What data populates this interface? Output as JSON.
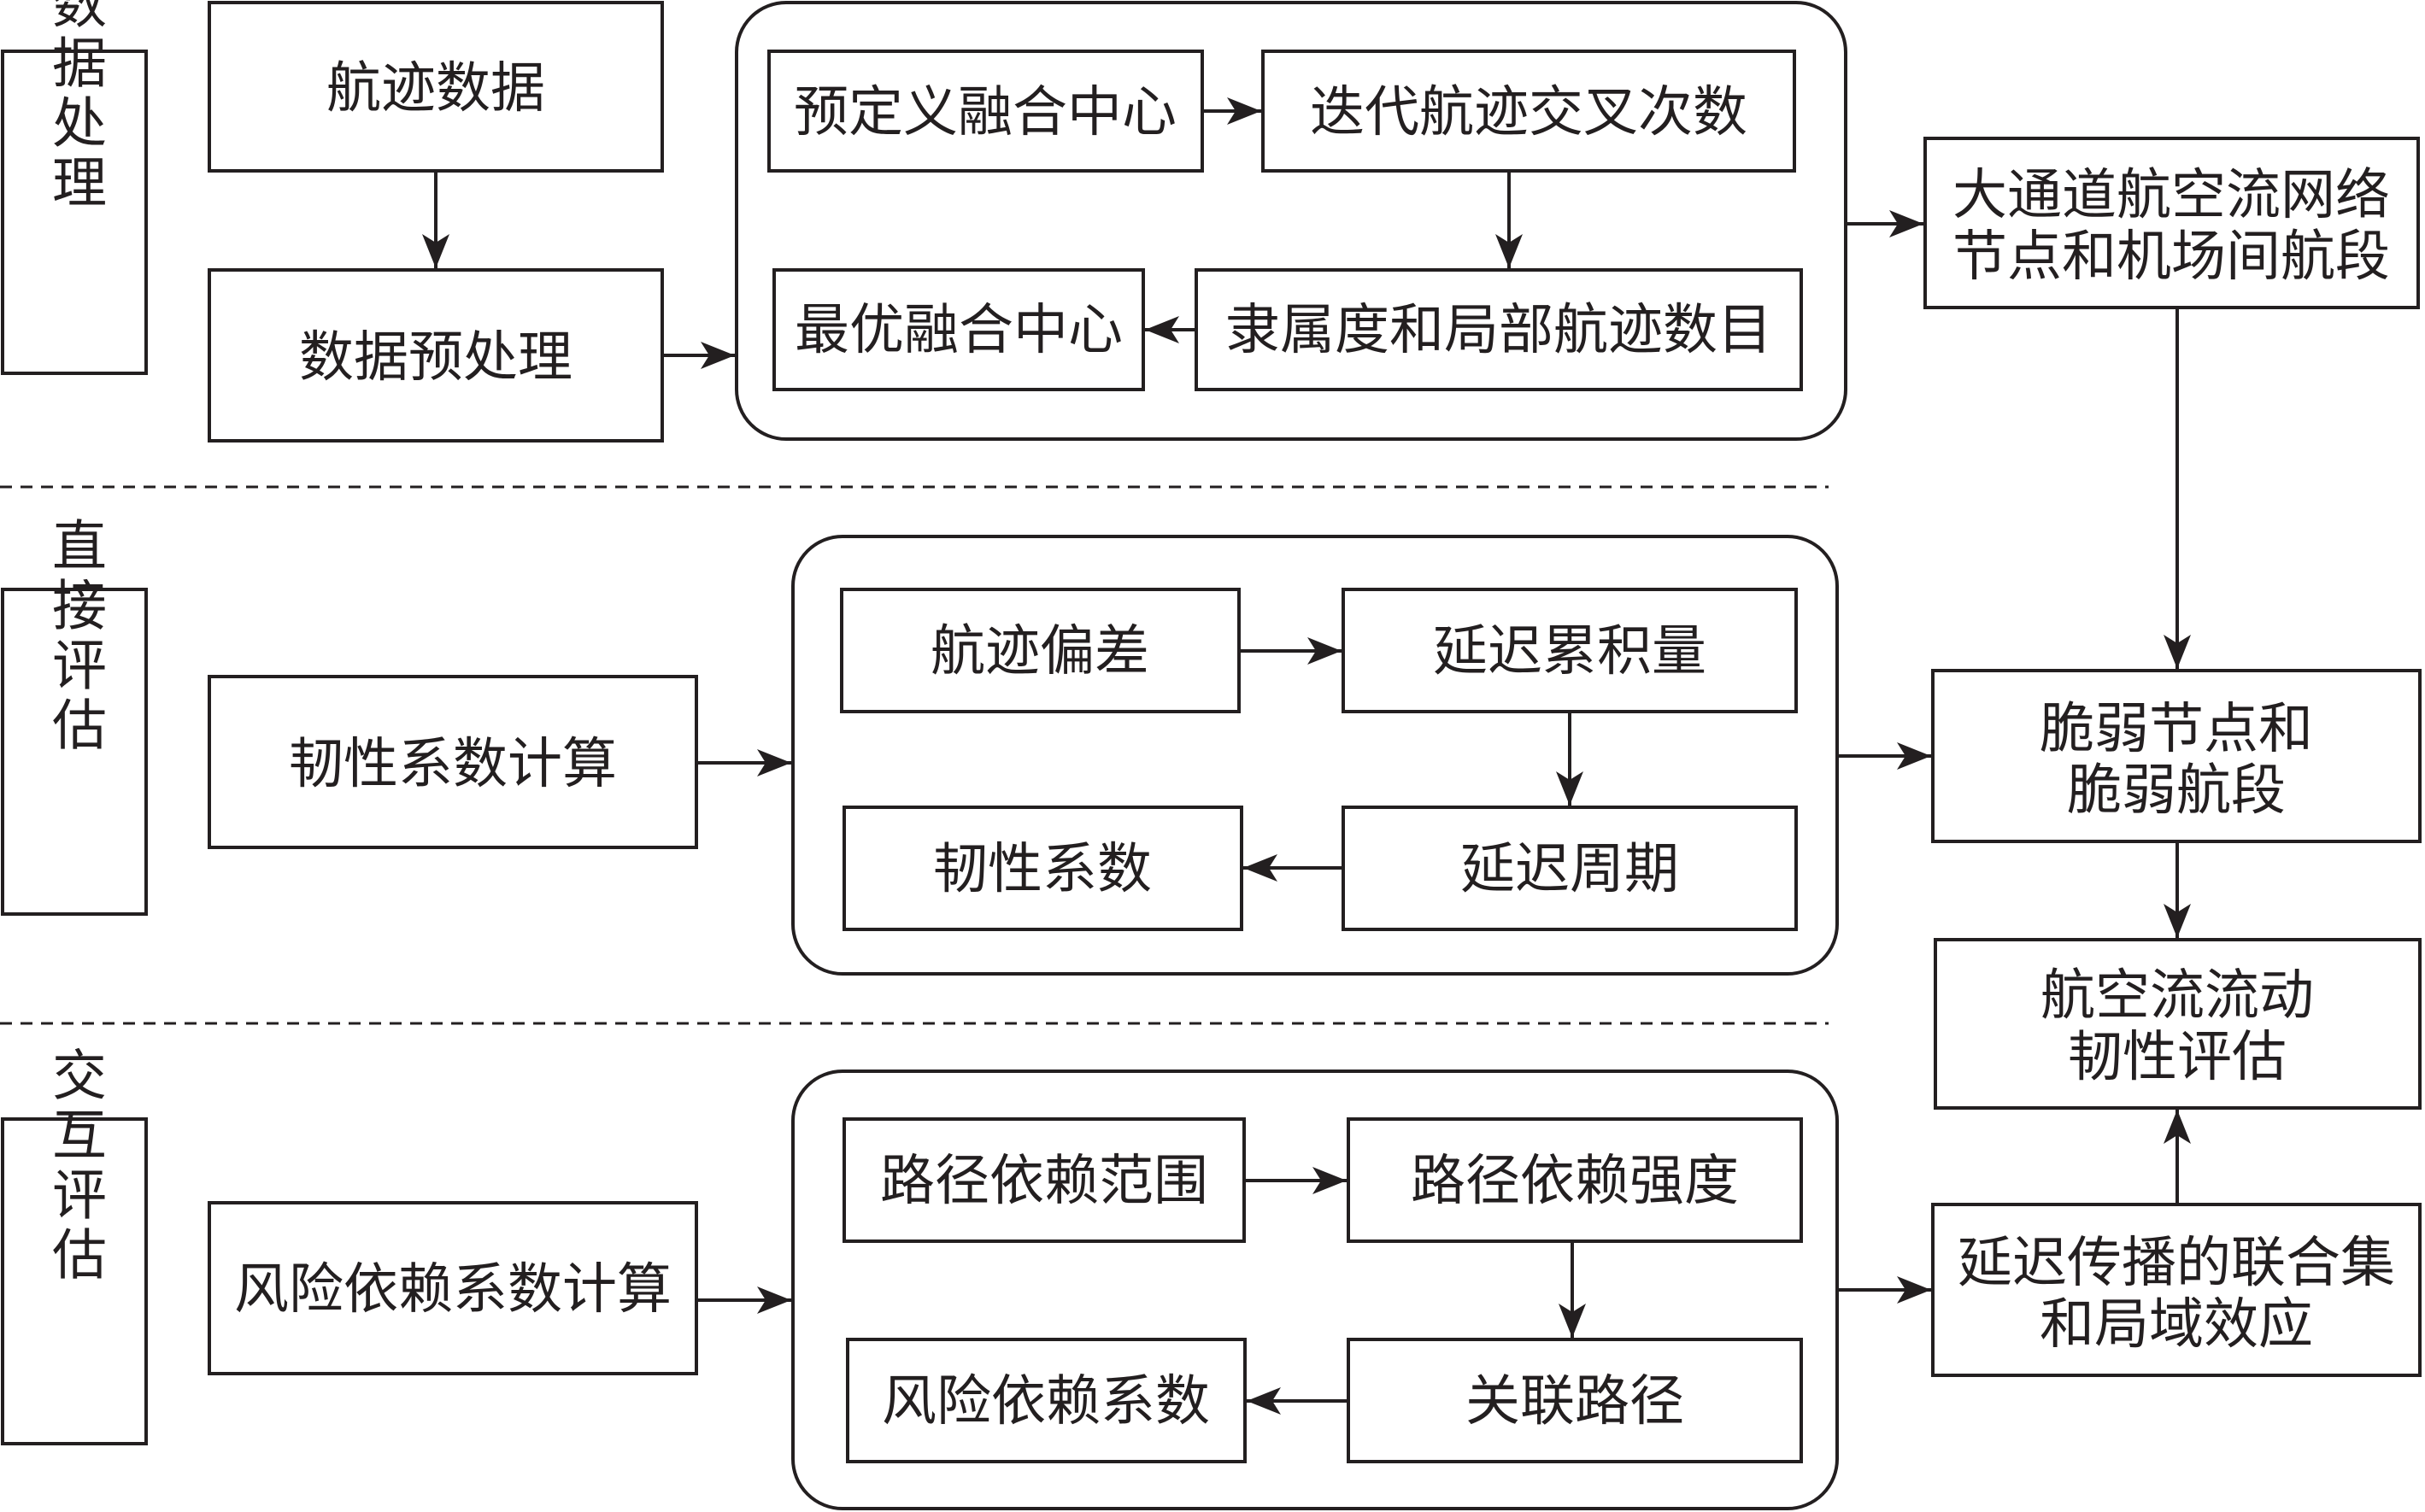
{
  "sections": {
    "data_processing": "数据处理",
    "direct_eval": "直接评估",
    "interactive_eval": "交互评估"
  },
  "nodes": {
    "track_data": "航迹数据",
    "preprocess": "数据预处理",
    "predef_center": "预定义融合中心",
    "iter_cross": "迭代航迹交叉次数",
    "membership": "隶属度和局部航迹数目",
    "optimal_center": "最优融合中心",
    "network_nodes": [
      "大通道航空流网络",
      "节点和机场间航段"
    ],
    "resilience_calc": "韧性系数计算",
    "track_dev": "航迹偏差",
    "delay_accum": "延迟累积量",
    "delay_period": "延迟周期",
    "resilience_coef": "韧性系数",
    "fragile": [
      "脆弱节点和",
      "脆弱航段"
    ],
    "flow_resilience": [
      "航空流流动",
      "韧性评估"
    ],
    "risk_calc": "风险依赖系数计算",
    "path_range": "路径依赖范围",
    "path_strength": "路径依赖强度",
    "assoc_path": "关联路径",
    "risk_coef": "风险依赖系数",
    "delay_prop": [
      "延迟传播的联合集",
      "和局域效应"
    ]
  }
}
